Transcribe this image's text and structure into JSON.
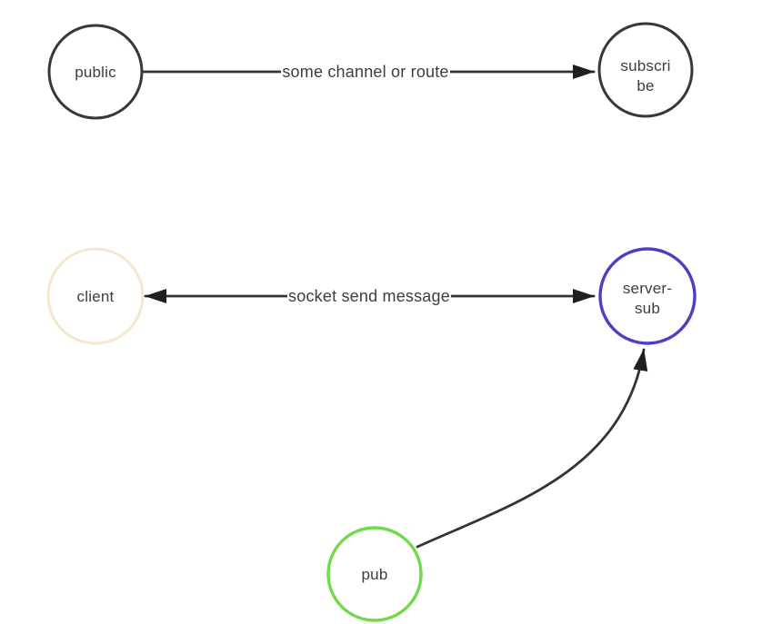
{
  "diagram": {
    "background_color": "#ffffff",
    "line_color": "#333333",
    "arrow_color": "#1f1f1f",
    "text_color": "#3d3d3d",
    "nodes": [
      {
        "id": "public",
        "label": "public",
        "stroke_color": "#383838"
      },
      {
        "id": "subscribe",
        "label": "subscribe",
        "label_line1": "subscri",
        "label_line2": "be",
        "stroke_color": "#383838"
      },
      {
        "id": "client",
        "label": "client",
        "stroke_color": "#f5e6cd"
      },
      {
        "id": "server-sub",
        "label": "server-sub",
        "label_line1": "server-",
        "label_line2": "sub",
        "stroke_color": "#4b3fc9"
      },
      {
        "id": "pub",
        "label": "pub",
        "stroke_color": "#72d948"
      }
    ],
    "edges": [
      {
        "id": "public-to-subscribe",
        "from": "public",
        "to": "subscribe",
        "label": "some channel or route",
        "direction": "one-way"
      },
      {
        "id": "server-sub-to-client",
        "from": "server-sub",
        "to": "client",
        "label": "socket send message",
        "direction": "two-way"
      },
      {
        "id": "pub-to-server-sub",
        "from": "pub",
        "to": "server-sub",
        "label": "",
        "direction": "one-way"
      }
    ]
  }
}
